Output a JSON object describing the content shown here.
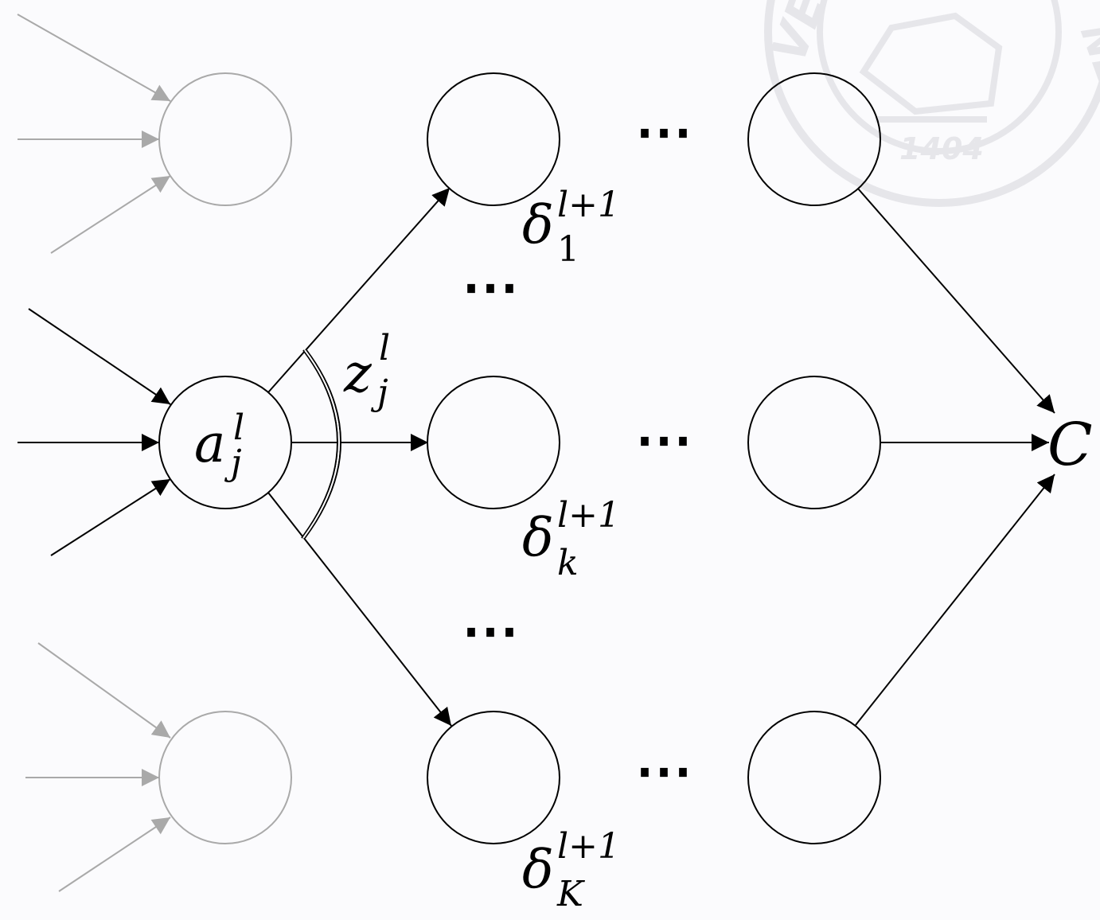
{
  "seal": {
    "year": "1404",
    "letters_left": "VE",
    "letters_right": "NENSIS"
  },
  "labels": {
    "activation": {
      "base": "a",
      "sup": "l",
      "sub": "j"
    },
    "weighted_input": {
      "base": "z",
      "sup": "l",
      "sub": "j"
    },
    "delta_1": {
      "base": "δ",
      "sup": "l+1",
      "sub": "1"
    },
    "delta_k": {
      "base": "δ",
      "sup": "l+1",
      "sub": "k"
    },
    "delta_K": {
      "base": "δ",
      "sup": "l+1",
      "sub": "K"
    },
    "cost": "C"
  },
  "ellipsis": "⋯",
  "colors": {
    "active": "#000000",
    "faded": "#a9a9a9",
    "background": "#fbfbfd",
    "seal": "#e6e6ea"
  }
}
